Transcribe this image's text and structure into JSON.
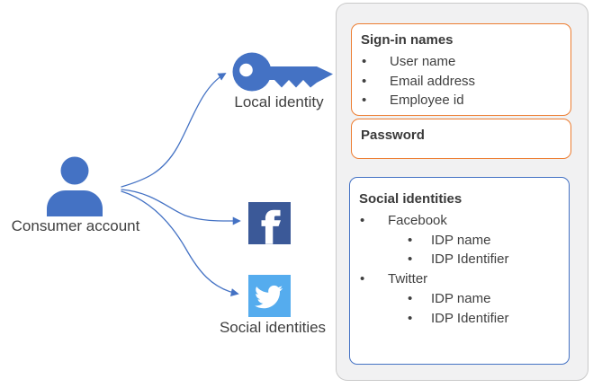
{
  "labels": {
    "consumer": "Consumer account",
    "local_identity": "Local identity",
    "social_identities": "Social identities"
  },
  "panel": {
    "signin_box": {
      "title": "Sign-in names",
      "items": [
        "User name",
        "Email address",
        "Employee id"
      ]
    },
    "password_box": {
      "title": "Password"
    },
    "social_box": {
      "title": "Social identities",
      "providers": [
        {
          "name": "Facebook",
          "attributes": [
            "IDP name",
            "IDP Identifier"
          ]
        },
        {
          "name": "Twitter",
          "attributes": [
            "IDP name",
            "IDP Identifier"
          ]
        }
      ]
    }
  },
  "icons": [
    "person-icon",
    "key-icon",
    "facebook-icon",
    "twitter-icon"
  ],
  "colors": {
    "primary_blue": "#4472C4",
    "orange_border": "#ED7D31",
    "blue_border": "#4472C4",
    "facebook_blue": "#3B5998",
    "twitter_blue": "#55ACEE",
    "panel_background": "#F1F1F2",
    "panel_border": "#C9C9C9",
    "text": "#404040"
  }
}
